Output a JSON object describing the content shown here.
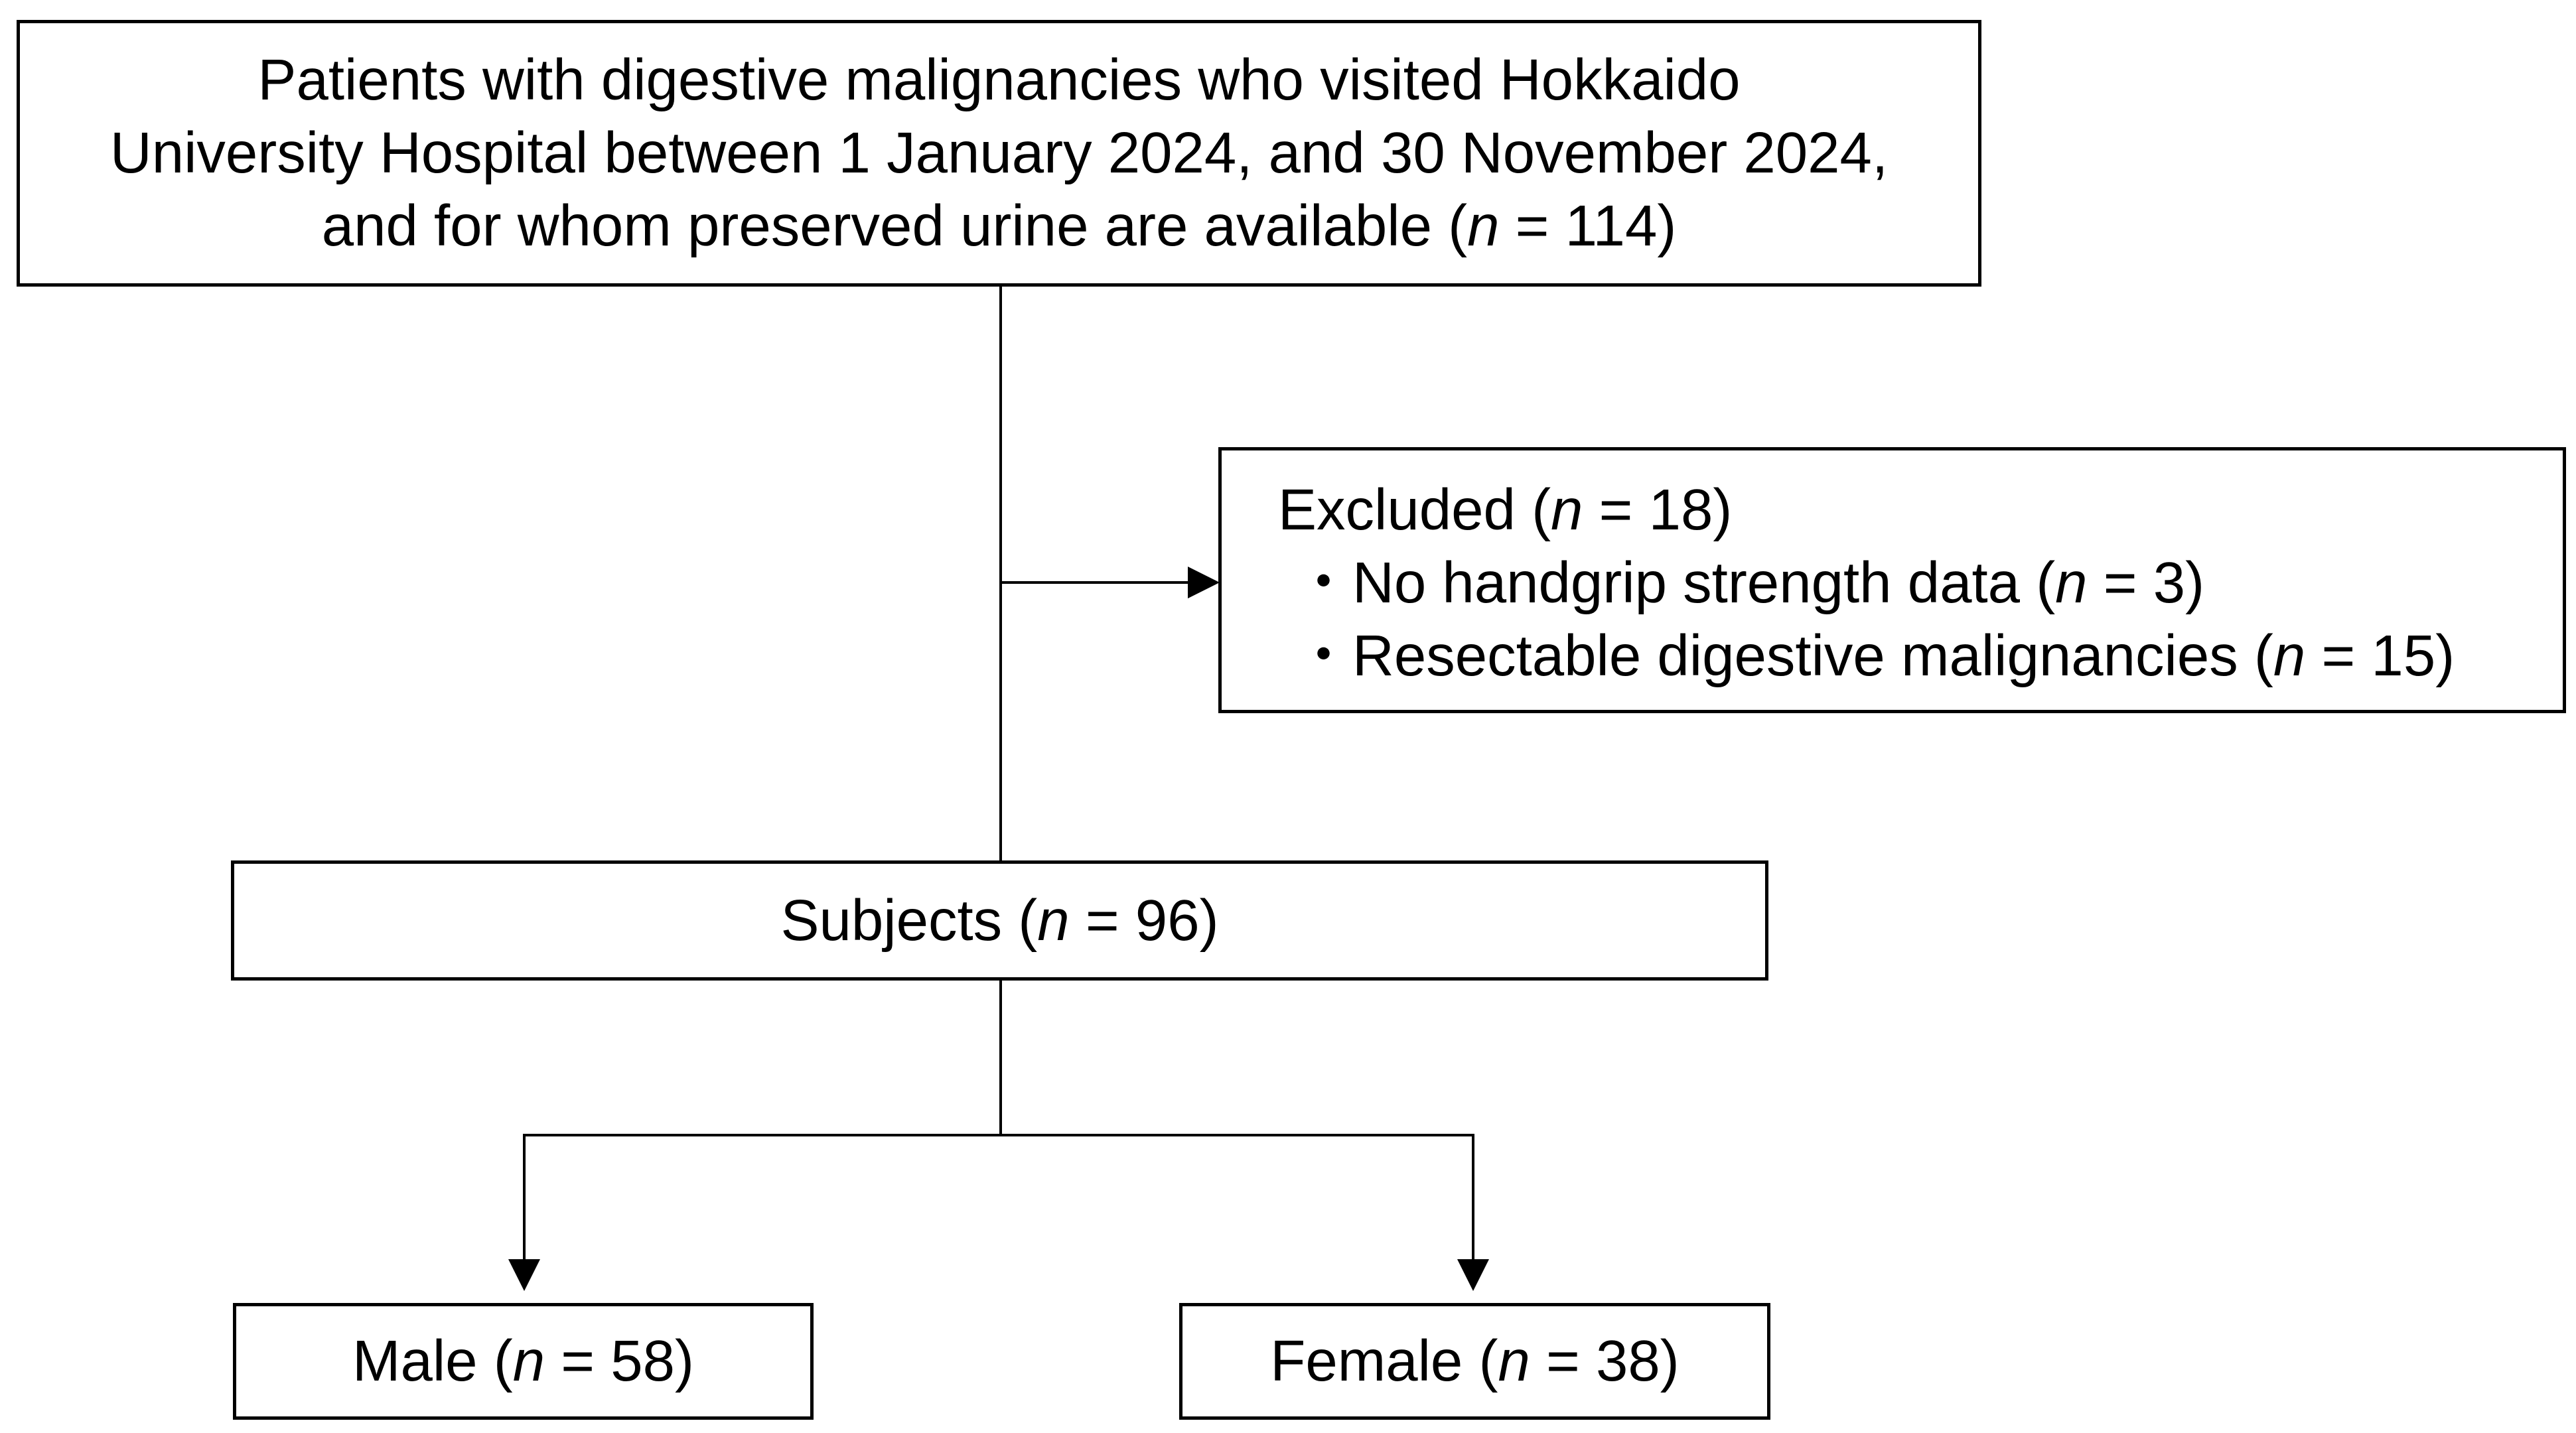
{
  "diagram": {
    "patients": {
      "line1": "Patients with digestive malignancies who visited Hokkaido",
      "line2": "University Hospital between 1 January 2024, and 30 November 2024,",
      "line3_prefix": "and for whom preserved urine are available (",
      "n_symbol": "n",
      "line3_suffix": " = 114)"
    },
    "excluded": {
      "title_prefix": "Excluded (",
      "n_symbol": "n",
      "title_suffix": " = 18)",
      "bullet": "・",
      "items": [
        {
          "prefix": "No handgrip strength data (",
          "suffix": " = 3)"
        },
        {
          "prefix": "Resectable digestive malignancies (",
          "suffix": " = 15)"
        }
      ]
    },
    "subjects": {
      "prefix": "Subjects (",
      "n_symbol": "n",
      "suffix": " = 96)"
    },
    "male": {
      "prefix": "Male (",
      "n_symbol": "n",
      "suffix": " = 58)"
    },
    "female": {
      "prefix": "Female (",
      "n_symbol": "n",
      "suffix": " = 38)"
    },
    "line_color": "#000000",
    "box_fill": "#ffffff"
  }
}
